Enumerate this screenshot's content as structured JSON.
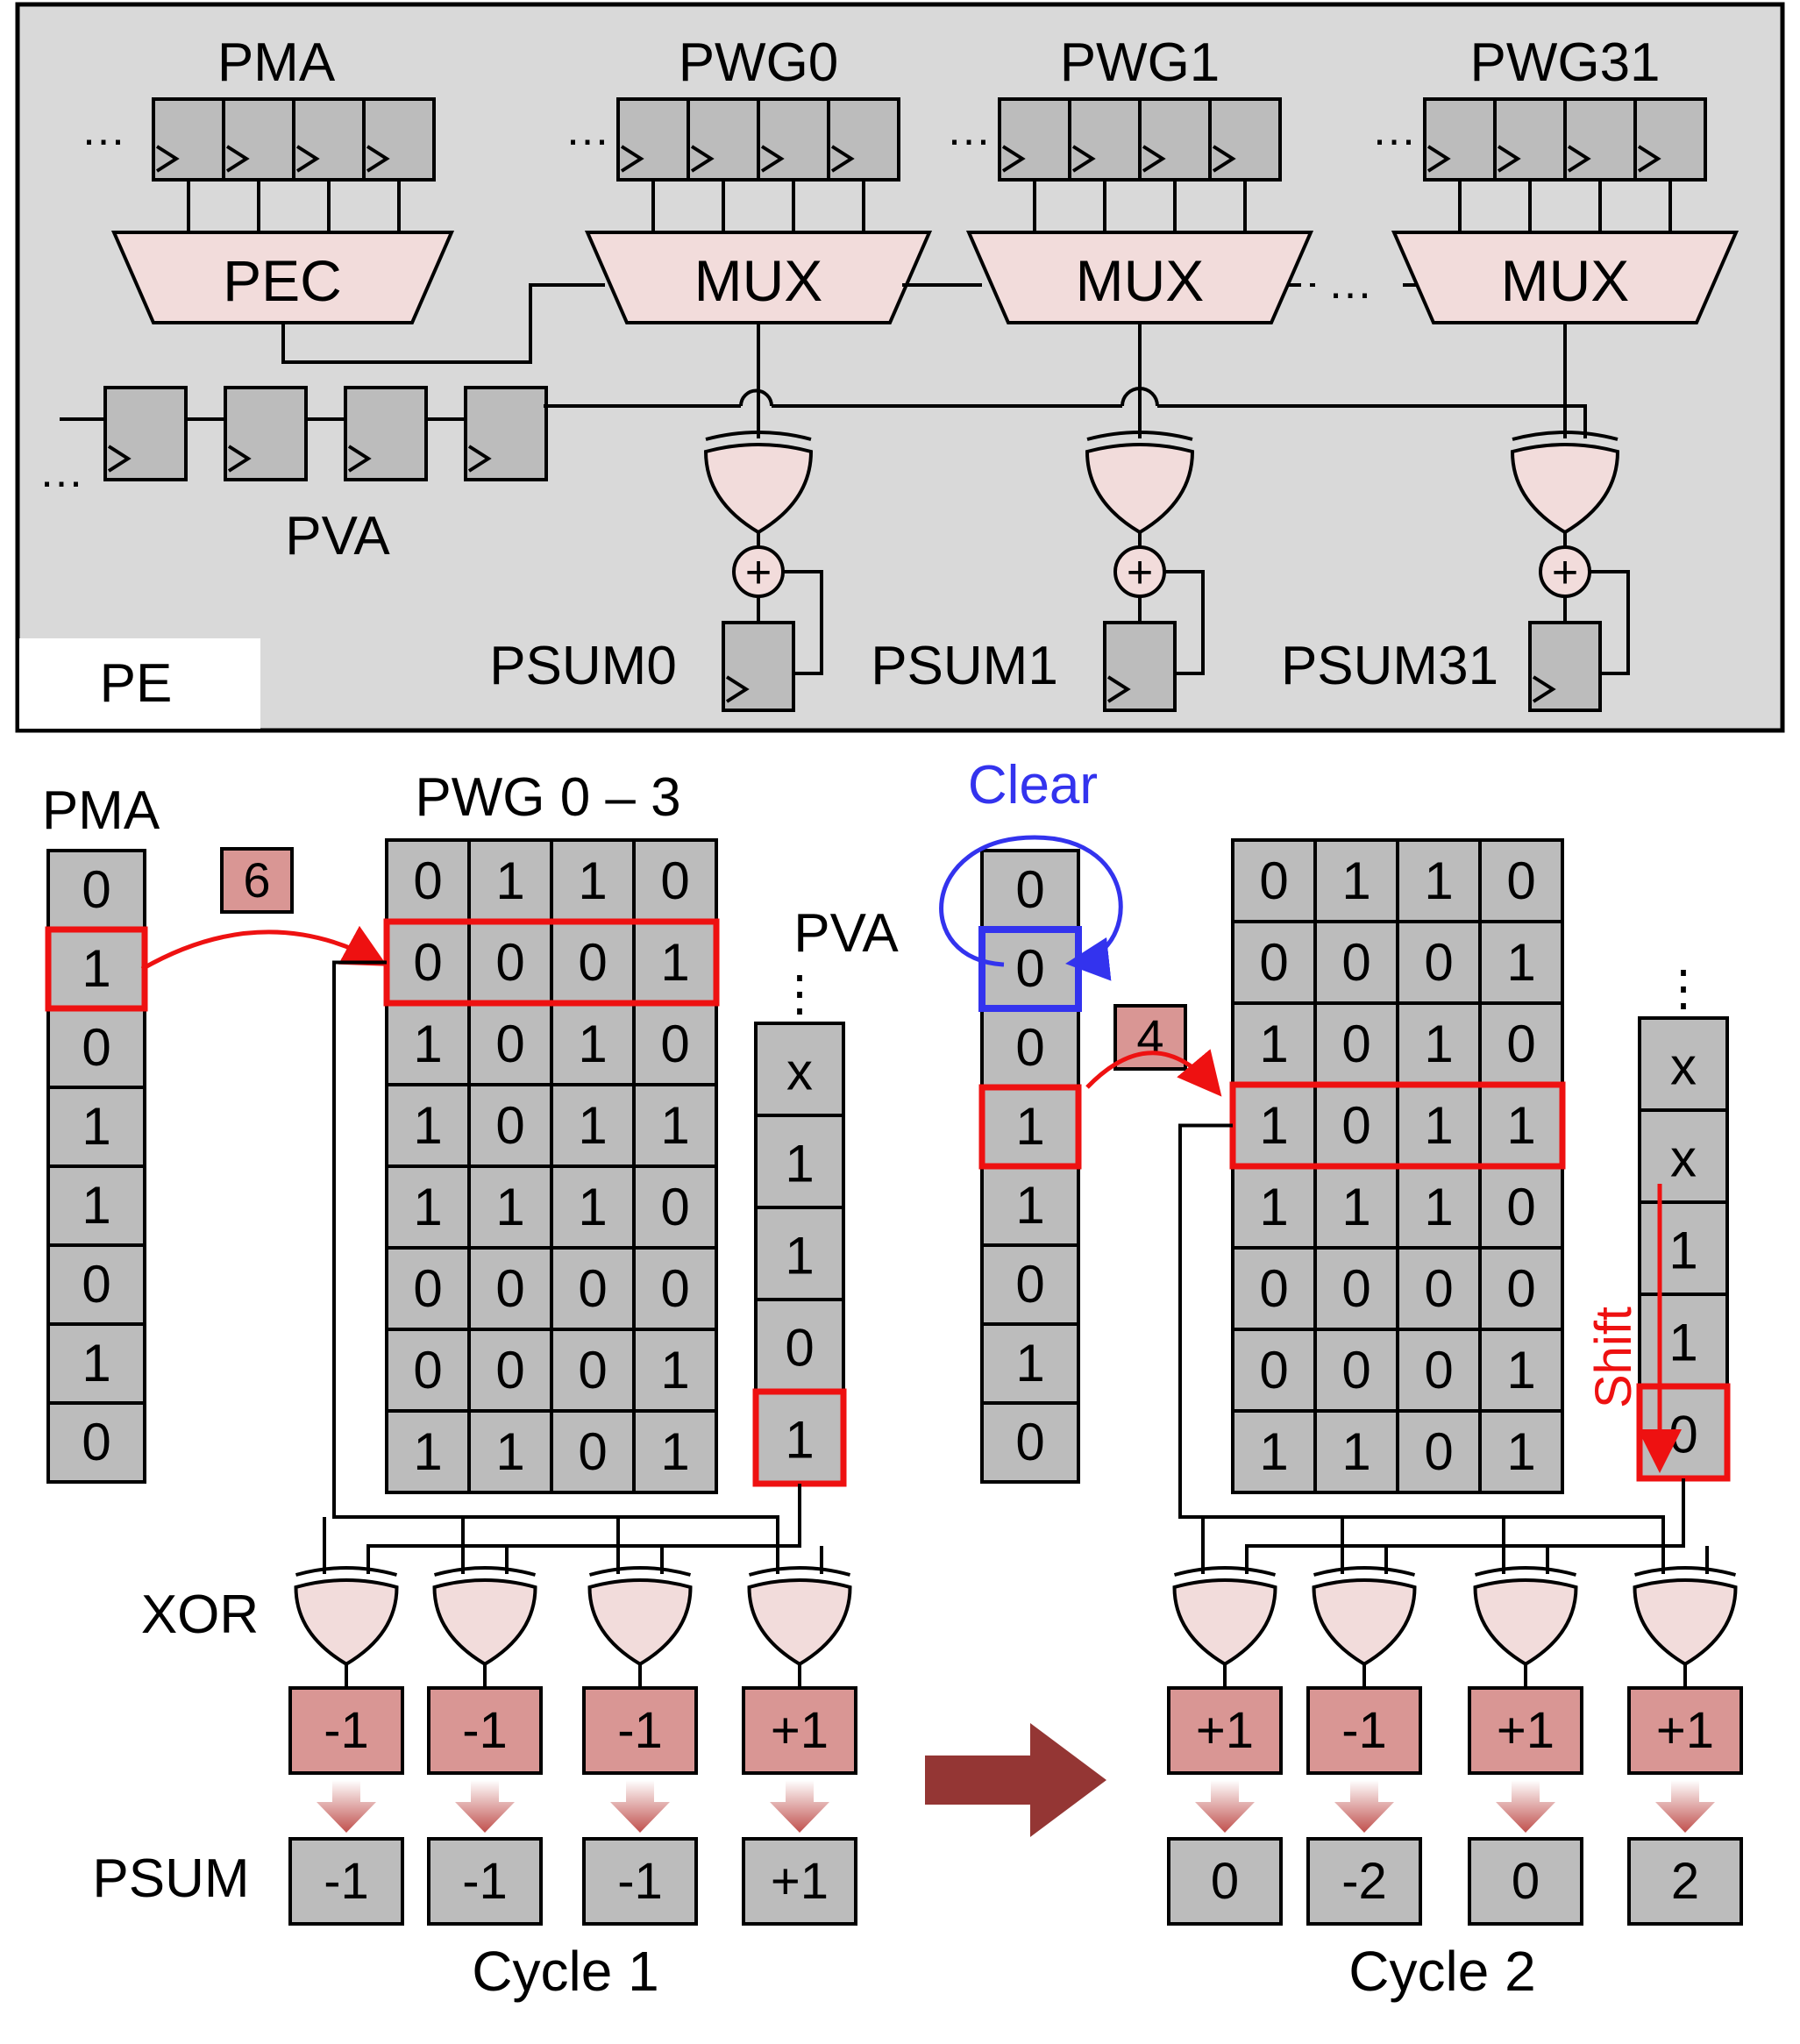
{
  "top": {
    "pe_label": "PE",
    "pma_label": "PMA",
    "pec_label": "PEC",
    "pva_label": "PVA",
    "pwg": [
      {
        "label": "PWG0",
        "mux": "MUX",
        "psum": "PSUM0"
      },
      {
        "label": "PWG1",
        "mux": "MUX",
        "psum": "PSUM1"
      },
      {
        "label": "PWG31",
        "mux": "MUX",
        "psum": "PSUM31"
      }
    ],
    "ellipsis": "…",
    "adder_symbol": "+"
  },
  "bottom": {
    "pma_label": "PMA",
    "pwg_label": "PWG 0 – 3",
    "pva_label": "PVA",
    "xor_label": "XOR",
    "psum_label": "PSUM",
    "clear_label": "Clear",
    "shift_label": "Shift",
    "cycle1": {
      "caption": "Cycle 1",
      "pma": [
        "0",
        "1",
        "0",
        "1",
        "1",
        "0",
        "1",
        "0"
      ],
      "index_badge": "6",
      "pwg": [
        [
          "0",
          "1",
          "1",
          "0"
        ],
        [
          "0",
          "0",
          "0",
          "1"
        ],
        [
          "1",
          "0",
          "1",
          "0"
        ],
        [
          "1",
          "0",
          "1",
          "1"
        ],
        [
          "1",
          "1",
          "1",
          "0"
        ],
        [
          "0",
          "0",
          "0",
          "0"
        ],
        [
          "0",
          "0",
          "0",
          "1"
        ],
        [
          "1",
          "1",
          "0",
          "1"
        ]
      ],
      "pva": [
        "x",
        "1",
        "1",
        "0",
        "1"
      ],
      "xor_out": [
        "-1",
        "-1",
        "-1",
        "+1"
      ],
      "psum": [
        "-1",
        "-1",
        "-1",
        "+1"
      ]
    },
    "cycle2": {
      "caption": "Cycle 2",
      "pma": [
        "0",
        "0",
        "0",
        "1",
        "1",
        "0",
        "1",
        "0"
      ],
      "index_badge": "4",
      "pwg": [
        [
          "0",
          "1",
          "1",
          "0"
        ],
        [
          "0",
          "0",
          "0",
          "1"
        ],
        [
          "1",
          "0",
          "1",
          "0"
        ],
        [
          "1",
          "0",
          "1",
          "1"
        ],
        [
          "1",
          "1",
          "1",
          "0"
        ],
        [
          "0",
          "0",
          "0",
          "0"
        ],
        [
          "0",
          "0",
          "0",
          "1"
        ],
        [
          "1",
          "1",
          "0",
          "1"
        ]
      ],
      "pva": [
        "x",
        "x",
        "1",
        "1",
        "0"
      ],
      "xor_out": [
        "+1",
        "-1",
        "+1",
        "+1"
      ],
      "psum": [
        "0",
        "-2",
        "0",
        "2"
      ]
    },
    "vdots": "⋮"
  },
  "colors": {
    "cell_gray": "#bcbcbc",
    "panel_gray": "#d9d9d9",
    "pink": "#f2dcdb",
    "red_box": "#d99694",
    "highlight_red": "#ee1111",
    "highlight_blue": "#3333ee",
    "arrow_dark": "#943634"
  }
}
